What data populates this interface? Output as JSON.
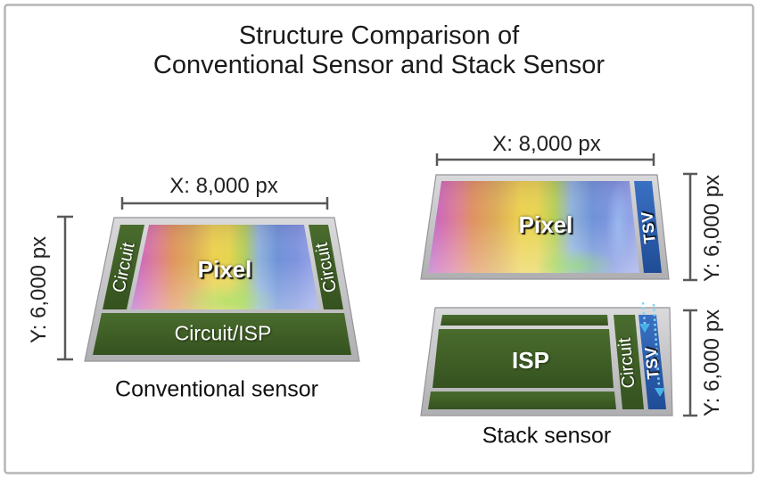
{
  "title": {
    "line1": "Structure Comparison of",
    "line2": "Conventional Sensor and Stack Sensor"
  },
  "conventional": {
    "caption": "Conventional sensor",
    "x_dimension": "X: 8,000 px",
    "y_dimension": "Y: 6,000 px",
    "regions": {
      "circuit_left": "Circuit",
      "pixel": "Pixel",
      "circuit_right": "Circuit",
      "circuit_isp": "Circuit/ISP"
    }
  },
  "stack": {
    "caption": "Stack sensor",
    "x_dimension": "X: 8,000 px",
    "pixel_layer": {
      "pixel": "Pixel",
      "tsv": "TSV",
      "y_dimension": "Y: 6,000 px"
    },
    "logic_layer": {
      "isp": "ISP",
      "circuit": "Circuit",
      "tsv": "TSV",
      "y_dimension": "Y: 6,000 px"
    }
  },
  "colors": {
    "circuit_green": "#3E5E28",
    "tsv_blue": "#2C5FA8",
    "tsv_flow_cyan": "#85D4F4",
    "tsv_flow_arrow": "#48B2E8",
    "dimension_gray": "#59595B",
    "chip_body_gray": "#C6C6C9",
    "frame_border": "#B5B5B7",
    "text_black": "#1A1A1A"
  }
}
